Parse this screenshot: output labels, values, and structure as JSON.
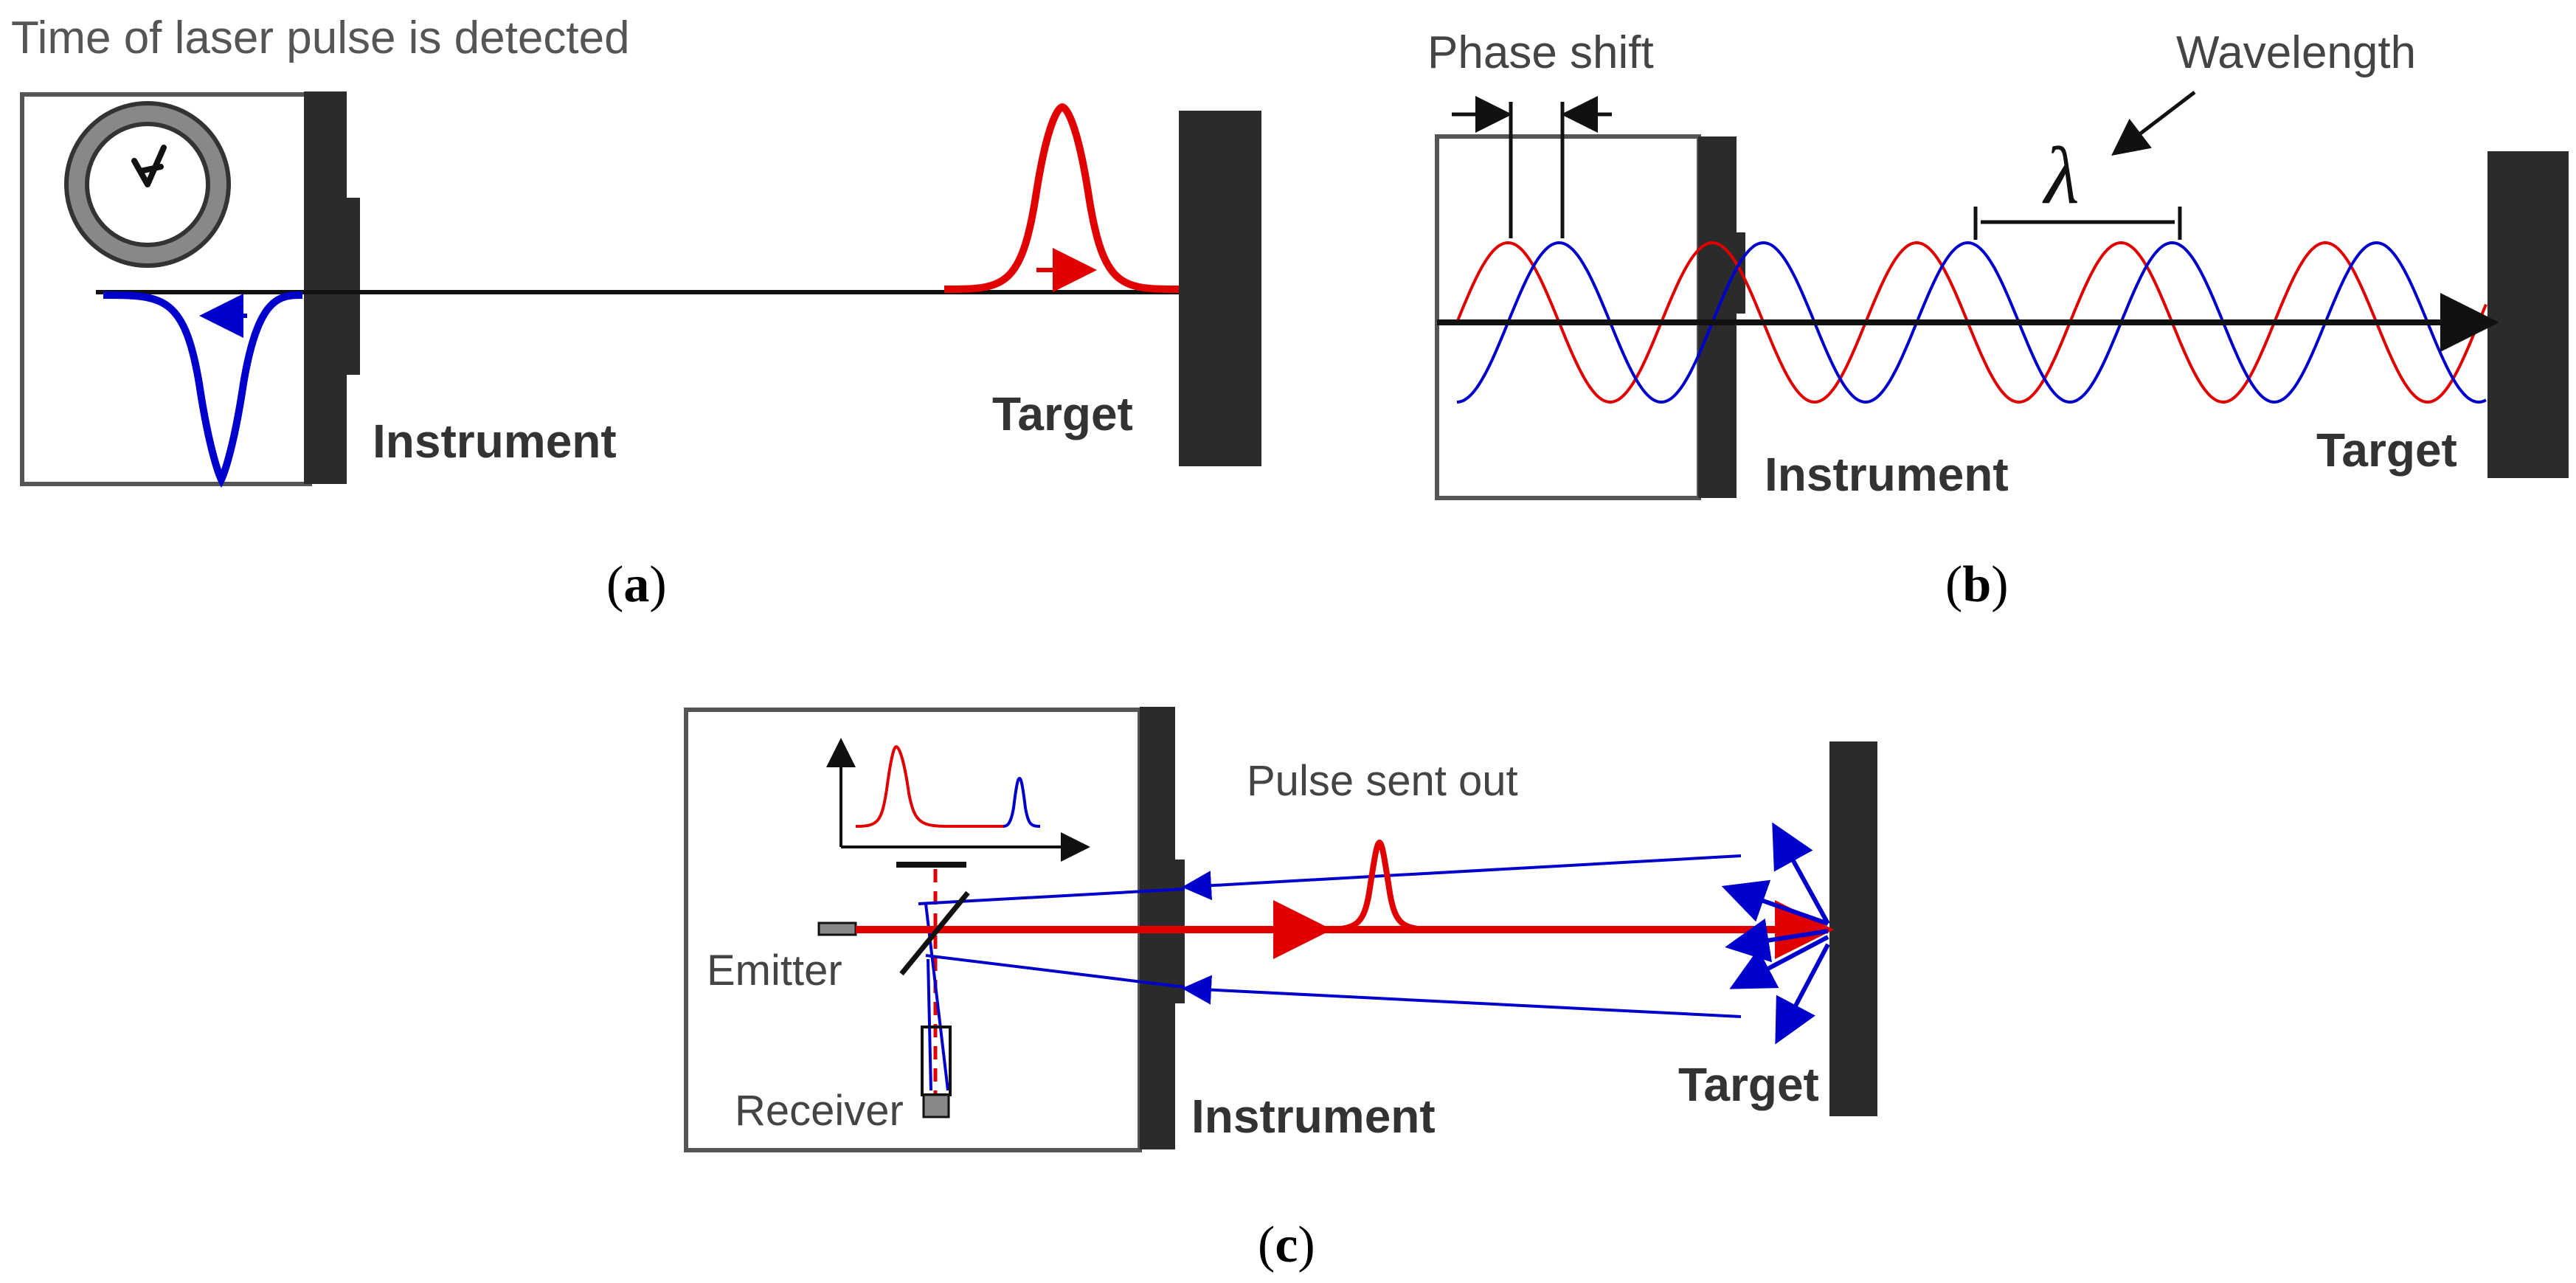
{
  "panel_a": {
    "caption_letter": "a",
    "title": "Time of laser pulse is detected",
    "instrument_label": "Instrument",
    "target_label": "Target"
  },
  "panel_b": {
    "caption_letter": "b",
    "phase_shift_label": "Phase shift",
    "wavelength_label": "Wavelength",
    "lambda_symbol": "λ",
    "instrument_label": "Instrument",
    "target_label": "Target"
  },
  "panel_c": {
    "caption_letter": "c",
    "pulse_label": "Pulse sent out",
    "emitter_label": "Emitter",
    "receiver_label": "Receiver",
    "instrument_label": "Instrument",
    "target_label": "Target"
  },
  "colors": {
    "red": "#e00000",
    "blue": "#0000cc",
    "dark": "#2b2b2b",
    "frame": "#1a1a1a"
  }
}
